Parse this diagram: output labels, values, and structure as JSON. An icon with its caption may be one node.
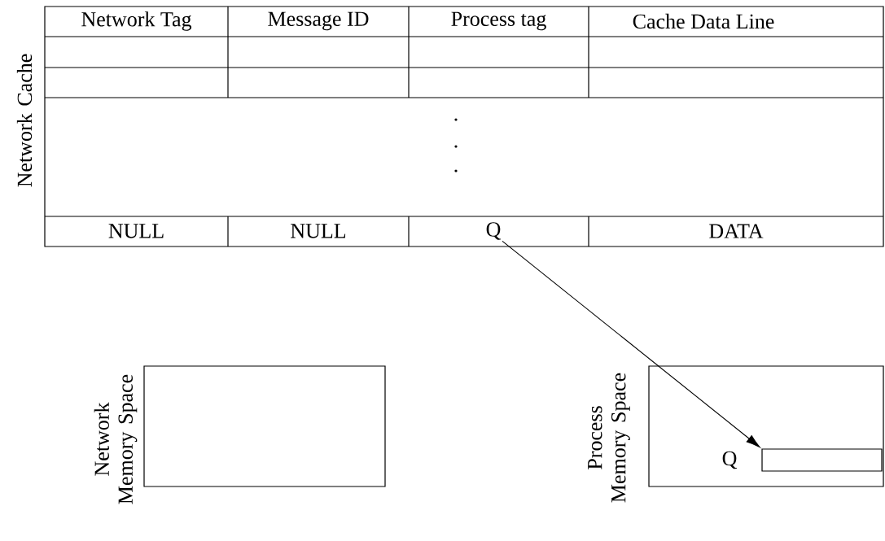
{
  "diagram": {
    "nodes": [
      {
        "text": [
          "Network Cache"
        ]
      },
      {
        "text": [
          "Q"
        ],
        "in": 0
      },
      {
        "text": [
          "Network Memory Space"
        ]
      },
      {
        "text": [
          "Process Memory Space"
        ]
      },
      {
        "text": [],
        "shape": "box",
        "in": 3,
        "beside": [
          "Q"
        ]
      }
    ],
    "edges": [
      {
        "from": 1,
        "to": 4,
        "arrow": "to"
      }
    ],
    "labels": [
      "Network Tag",
      "Message ID",
      "Process tag",
      "Cache Data Line",
      "NULL",
      "NULL",
      "DATA"
    ]
  }
}
